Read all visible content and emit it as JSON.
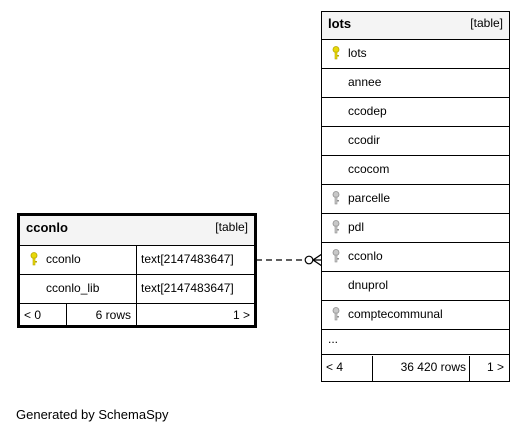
{
  "diagram": {
    "footer_text": "Generated by SchemaSpy",
    "key_colors": {
      "primary": "#e8d80a",
      "foreign": "#b8b8b8"
    }
  },
  "cconlo": {
    "name": "cconlo",
    "type_label": "[table]",
    "columns": [
      {
        "name": "cconlo",
        "type": "text[2147483647]",
        "key": "primary"
      },
      {
        "name": "cconlo_lib",
        "type": "text[2147483647]",
        "key": "none"
      }
    ],
    "footer": {
      "prev": "< 0",
      "rows": "6 rows",
      "next": "1 >"
    }
  },
  "lots": {
    "name": "lots",
    "type_label": "[table]",
    "columns": [
      {
        "name": "lots",
        "key": "primary"
      },
      {
        "name": "annee",
        "key": "none"
      },
      {
        "name": "ccodep",
        "key": "none"
      },
      {
        "name": "ccodir",
        "key": "none"
      },
      {
        "name": "ccocom",
        "key": "none"
      },
      {
        "name": "parcelle",
        "key": "foreign"
      },
      {
        "name": "pdl",
        "key": "foreign"
      },
      {
        "name": "cconlo",
        "key": "foreign"
      },
      {
        "name": "dnuprol",
        "key": "none"
      },
      {
        "name": "comptecommunal",
        "key": "foreign"
      }
    ],
    "more": "...",
    "footer": {
      "prev": "< 4",
      "rows": "36 420 rows",
      "next": "1 >"
    }
  }
}
